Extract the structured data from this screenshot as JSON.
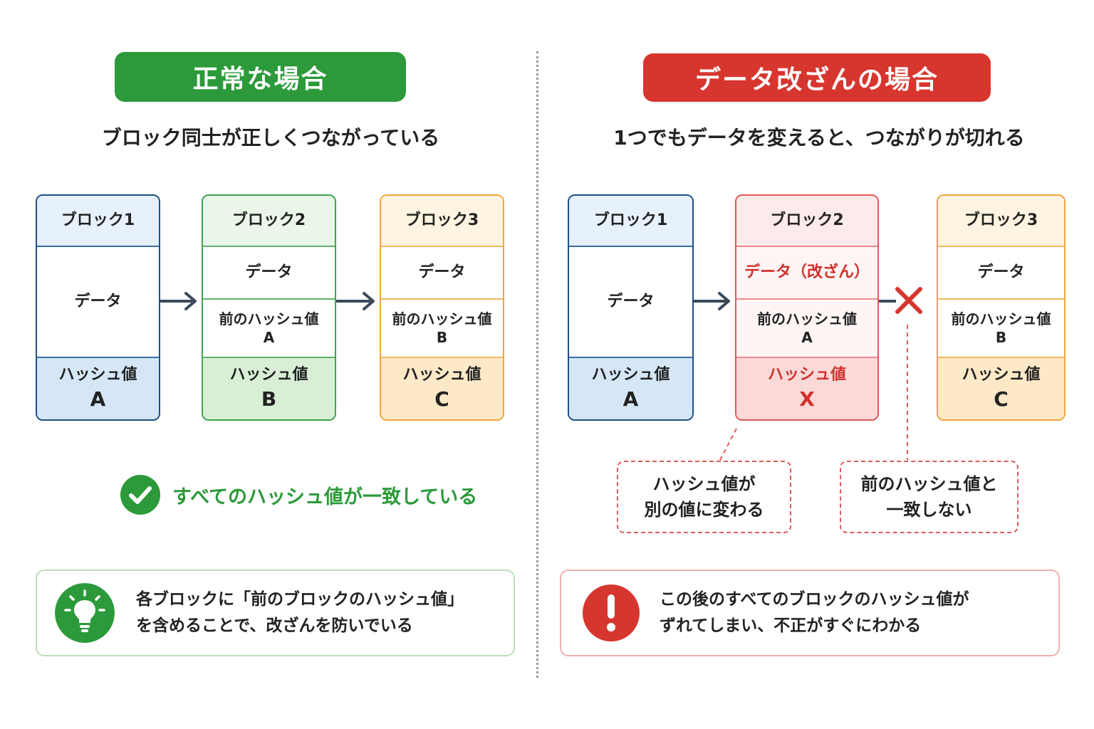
{
  "left": {
    "title": "正常な場合",
    "subtitle": "ブロック同士が正しくつながっている",
    "blocks": [
      {
        "header": "ブロック1",
        "data": "データ",
        "hash_label": "ハッシュ値",
        "hash_value": "A"
      },
      {
        "header": "ブロック2",
        "data": "データ",
        "prev_label": "前のハッシュ値",
        "prev_value": "A",
        "hash_label": "ハッシュ値",
        "hash_value": "B"
      },
      {
        "header": "ブロック3",
        "data": "データ",
        "prev_label": "前のハッシュ値",
        "prev_value": "B",
        "hash_label": "ハッシュ値",
        "hash_value": "C"
      }
    ],
    "status": "すべてのハッシュ値が一致している",
    "info_line1": "各ブロックに「前のブロックのハッシュ値」",
    "info_line2": "を含めることで、改ざんを防いでいる"
  },
  "right": {
    "title": "データ改ざんの場合",
    "subtitle": "1つでもデータを変えると、つながりが切れる",
    "blocks": [
      {
        "header": "ブロック1",
        "data": "データ",
        "hash_label": "ハッシュ値",
        "hash_value": "A"
      },
      {
        "header": "ブロック2",
        "data": "データ（改ざん）",
        "prev_label": "前のハッシュ値",
        "prev_value": "A",
        "hash_label": "ハッシュ値",
        "hash_value": "X"
      },
      {
        "header": "ブロック3",
        "data": "データ",
        "prev_label": "前のハッシュ値",
        "prev_value": "B",
        "hash_label": "ハッシュ値",
        "hash_value": "C"
      }
    ],
    "note1_line1": "ハッシュ値が",
    "note1_line2": "別の値に変わる",
    "note2_line1": "前のハッシュ値と",
    "note2_line2": "一致しない",
    "info_line1": "この後のすべてのブロックのハッシュ値が",
    "info_line2": "ずれてしまい、不正がすぐにわかる"
  },
  "colors": {
    "green": "#2c9a3a",
    "red": "#d7362f",
    "blue_border": "#1f4f86",
    "orange_border": "#f0a73a",
    "arrow": "#3a4a5a"
  },
  "icons": [
    "arrow-right-icon",
    "cross-x-icon",
    "check-circle-icon",
    "lightbulb-icon",
    "exclamation-icon"
  ]
}
